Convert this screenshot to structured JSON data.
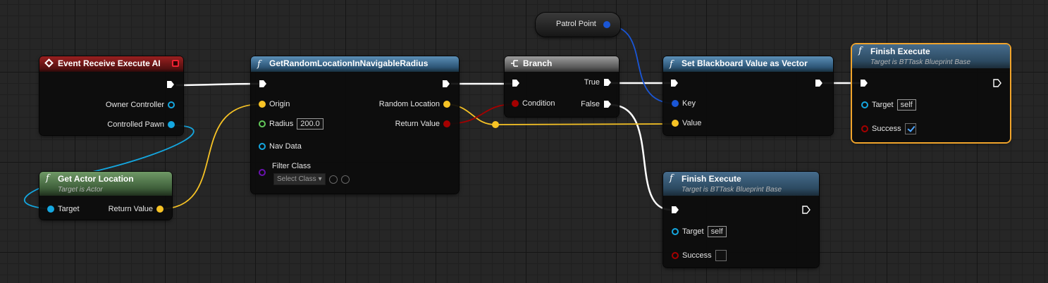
{
  "colors": {
    "exec": "#ffffff",
    "object": "#14a7e0",
    "vector": "#f7c325",
    "float": "#62c85a",
    "bool": "#a50000",
    "class": "#6a12b0",
    "key": "#1a56d6",
    "selected_outline": "#f1a42b"
  },
  "event_node": {
    "title": "Event Receive Execute AI",
    "pins": {
      "owner_controller": "Owner Controller",
      "controlled_pawn": "Controlled Pawn"
    }
  },
  "get_actor_location": {
    "title": "Get Actor Location",
    "subtitle": "Target is Actor",
    "pins": {
      "target": "Target",
      "return_value": "Return Value"
    }
  },
  "get_random_location": {
    "title": "GetRandomLocationInNavigableRadius",
    "pins": {
      "origin": "Origin",
      "radius": "Radius",
      "radius_value": "200.0",
      "nav_data": "Nav Data",
      "filter_class": "Filter Class",
      "select_class": "Select Class",
      "random_location": "Random Location",
      "return_value": "Return Value"
    }
  },
  "branch": {
    "title": "Branch",
    "pins": {
      "condition": "Condition",
      "true": "True",
      "false": "False"
    }
  },
  "patrol_point": {
    "title": "Patrol Point"
  },
  "set_blackboard": {
    "title": "Set Blackboard Value as Vector",
    "pins": {
      "key": "Key",
      "value": "Value"
    }
  },
  "finish_execute_success": {
    "title": "Finish Execute",
    "subtitle": "Target is BTTask Blueprint Base",
    "pins": {
      "target": "Target",
      "target_value": "self",
      "success": "Success"
    },
    "success_checked": true
  },
  "finish_execute_fail": {
    "title": "Finish Execute",
    "subtitle": "Target is BTTask Blueprint Base",
    "pins": {
      "target": "Target",
      "target_value": "self",
      "success": "Success"
    },
    "success_checked": false
  }
}
